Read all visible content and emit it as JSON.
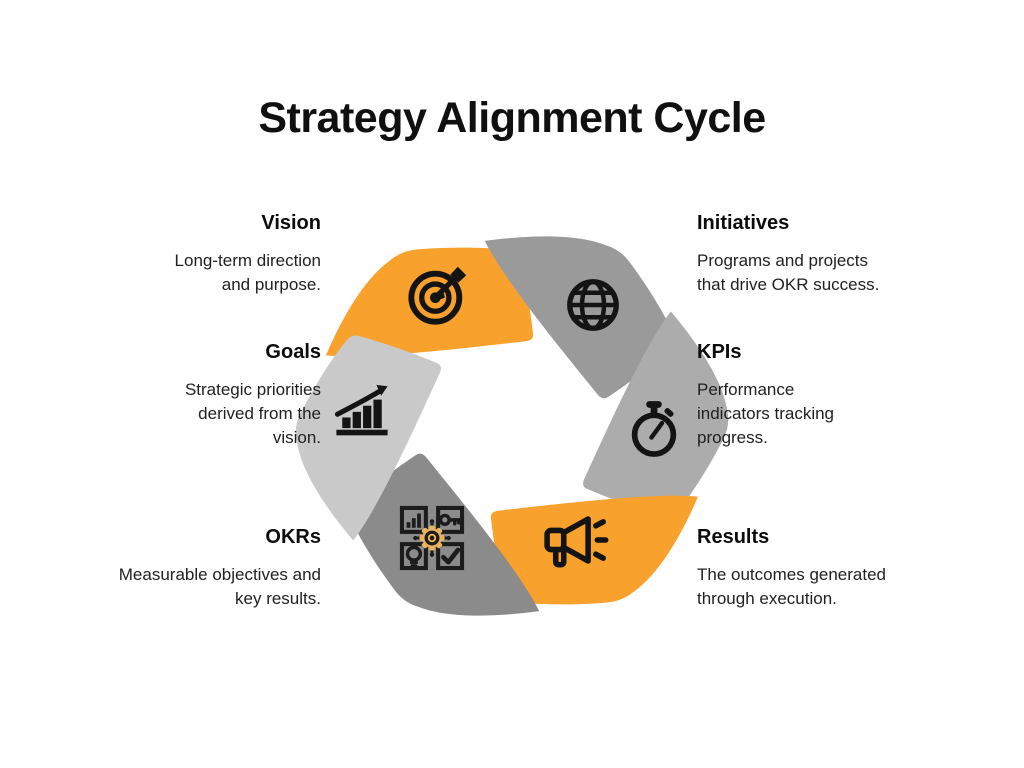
{
  "title": "Strategy Alignment Cycle",
  "items": [
    {
      "heading": "Vision",
      "side": "left",
      "body": [
        "Long-term direction",
        "and purpose."
      ]
    },
    {
      "heading": "Goals",
      "side": "left",
      "body": [
        "Strategic priorities",
        "derived from the",
        "vision."
      ]
    },
    {
      "heading": "OKRs",
      "side": "left",
      "body": [
        "Measurable objectives and",
        "key results."
      ]
    },
    {
      "heading": "Initiatives",
      "side": "right",
      "body": [
        "Programs and projects",
        "that drive OKR success."
      ]
    },
    {
      "heading": "KPIs",
      "side": "right",
      "body": [
        "Performance",
        "indicators tracking",
        "progress."
      ]
    },
    {
      "heading": "Results",
      "side": "right",
      "body": [
        "The outcomes generated",
        "through execution."
      ]
    }
  ],
  "cycle": {
    "segments": [
      {
        "label": "Vision",
        "position": "top-left",
        "icon": "target-icon",
        "color_key": "orange"
      },
      {
        "label": "Initiatives",
        "position": "top-right",
        "icon": "globe-icon",
        "color_key": "gray_mid"
      },
      {
        "label": "KPIs",
        "position": "right",
        "icon": "stopwatch-icon",
        "color_key": "gray_light"
      },
      {
        "label": "Results",
        "position": "bottom-right",
        "icon": "megaphone-icon",
        "color_key": "orange"
      },
      {
        "label": "OKRs",
        "position": "bottom-left",
        "icon": "okr-grid-icon",
        "color_key": "gray_dark"
      },
      {
        "label": "Goals",
        "position": "left",
        "icon": "growth-chart-icon",
        "color_key": "gray_lightest"
      }
    ]
  },
  "colors": {
    "orange": "#F8A12C",
    "gray_mid": "#9A9A9A",
    "gray_light": "#ACACAC",
    "gray_dark": "#8B8B8B",
    "gray_lightest": "#C9C9C9",
    "icon_ink": "#141414",
    "gear_gold": "#EBB45C",
    "background": "#FFFFFF",
    "heading_text": "#0C0C0C",
    "body_text": "#212121"
  }
}
